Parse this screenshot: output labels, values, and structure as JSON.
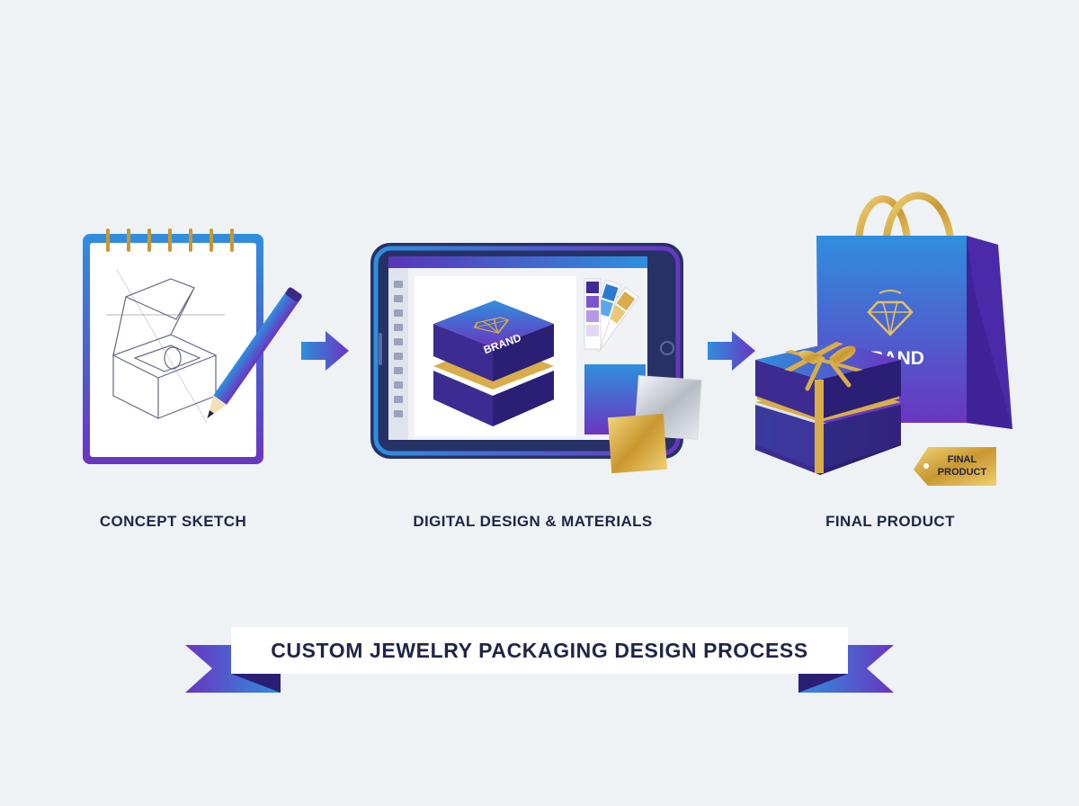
{
  "steps": [
    {
      "label": "CONCEPT SKETCH",
      "icon": "sketchpad-with-pencil-icon"
    },
    {
      "label": "DIGITAL DESIGN & MATERIALS",
      "icon": "tablet-design-icon"
    },
    {
      "label": "FINAL PRODUCT",
      "icon": "shopping-bag-gift-icon"
    }
  ],
  "brand_text": "BRAND",
  "tag_text": {
    "line1": "FINAL",
    "line2": "PRODUCT"
  },
  "banner": {
    "title": "CUSTOM JEWELRY PACKAGING DESIGN PROCESS"
  },
  "colors": {
    "background": "#eef2f4",
    "blue": "#2f8fde",
    "purple": "#5a35b8",
    "navy": "#1f2547",
    "gold": "#d9ad4a"
  }
}
